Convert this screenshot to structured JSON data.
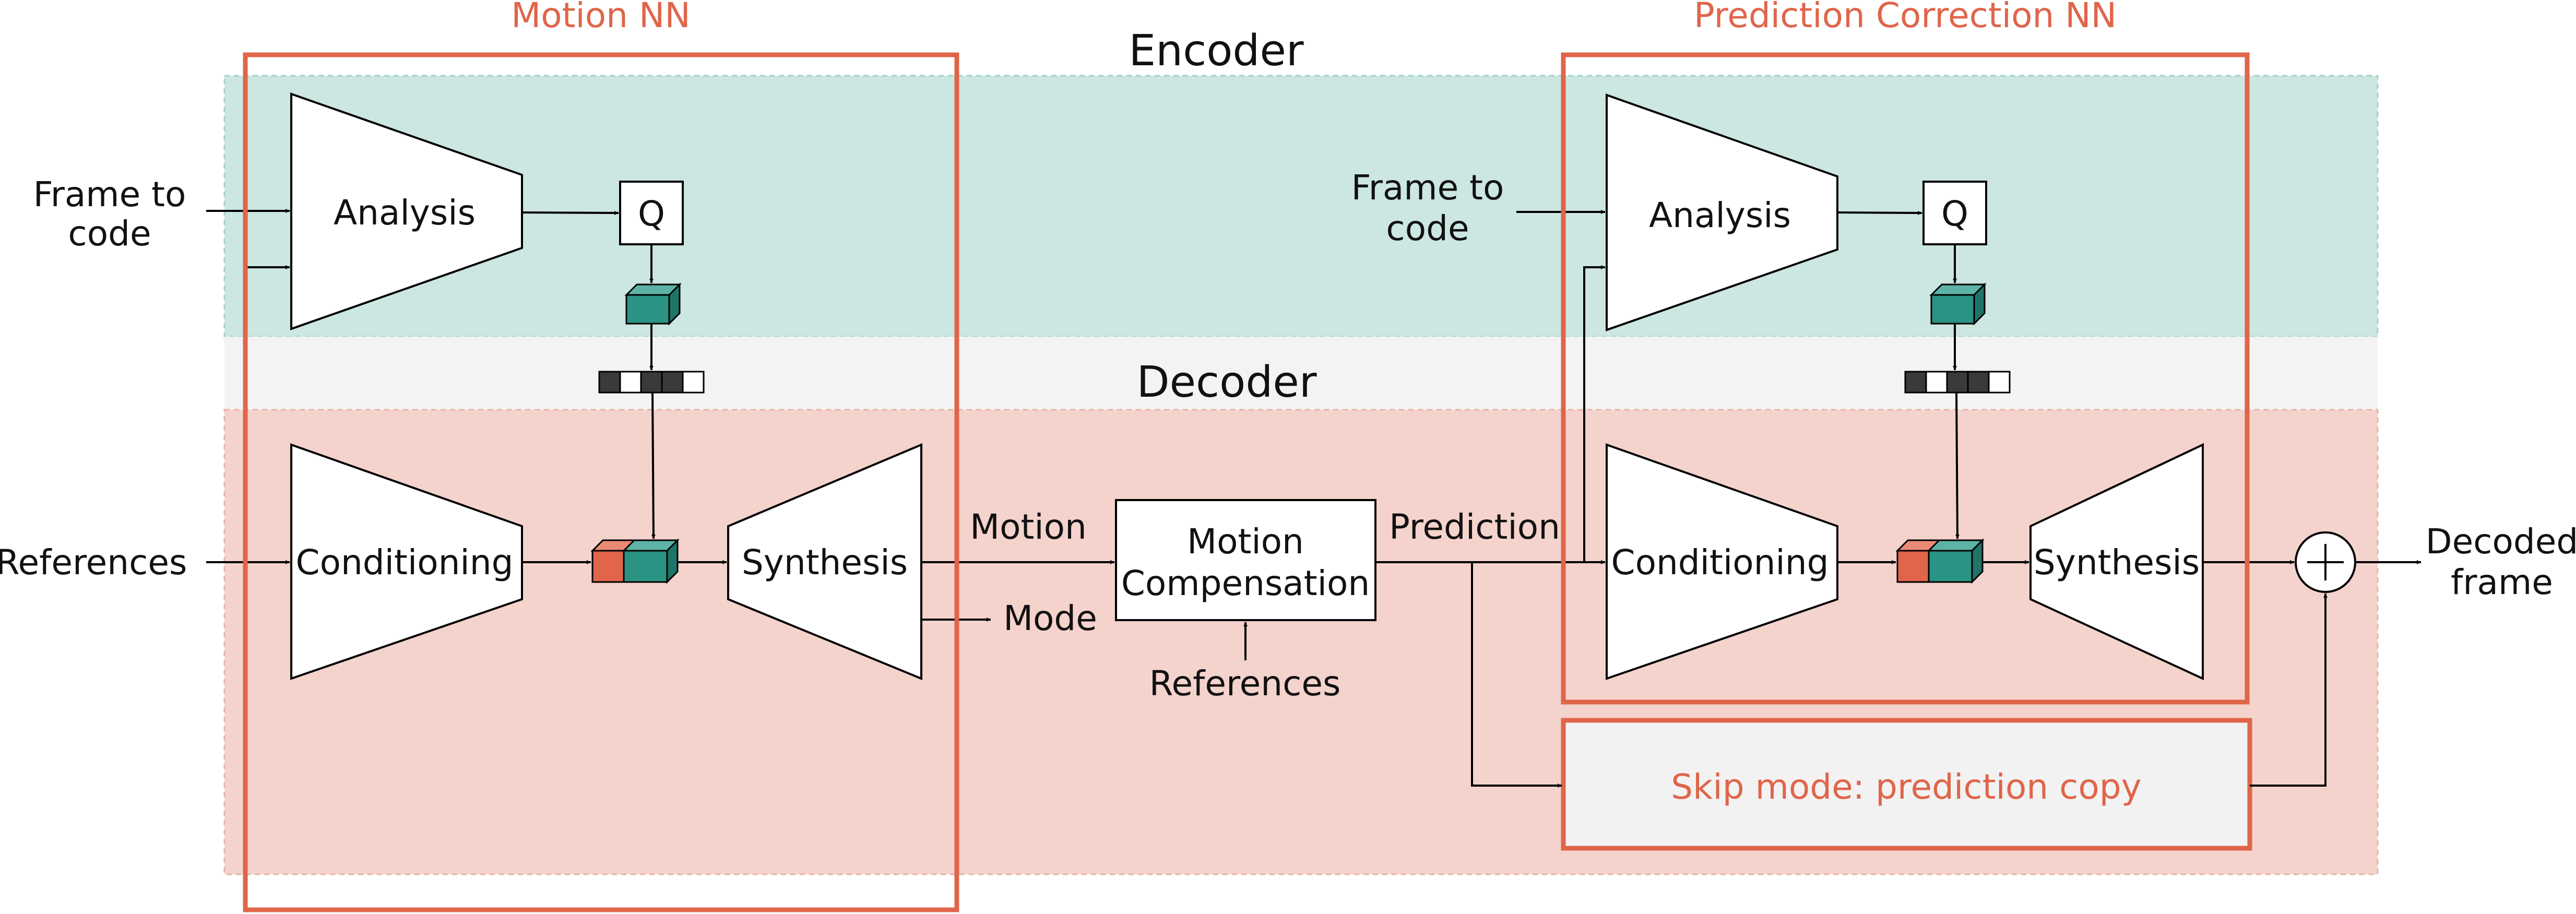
{
  "regions": {
    "encoder_title": "Encoder",
    "decoder_title": "Decoder",
    "motion_nn_title": "Motion NN",
    "prediction_nn_title": "Prediction Correction NN"
  },
  "blocks": {
    "analysis": "Analysis",
    "quantizer": "Q",
    "conditioning": "Conditioning",
    "synthesis": "Synthesis",
    "motion_compensation_line1": "Motion",
    "motion_compensation_line2": "Compensation",
    "skip_mode": "Skip mode: prediction copy"
  },
  "signals": {
    "frame_to_code_line1": "Frame to",
    "frame_to_code_line2": "code",
    "references": "References",
    "motion": "Motion",
    "mode": "Mode",
    "prediction": "Prediction",
    "decoded_frame_line1": "Decoded",
    "decoded_frame_line2": "frame"
  },
  "colors": {
    "encoder_fill": "#cce6e1",
    "decoder_fill": "#f4d3cc",
    "nn_border": "#e0654a",
    "latent_teal": "#2a9384",
    "latent_orange": "#e0654a",
    "bitstream_dark": "#3a3a3a"
  },
  "icons": {
    "latent": "latent-cube-icon",
    "bitstream": "bitstream-icon",
    "sum": "plus-circle-icon",
    "arrow": "arrow-head-icon"
  }
}
